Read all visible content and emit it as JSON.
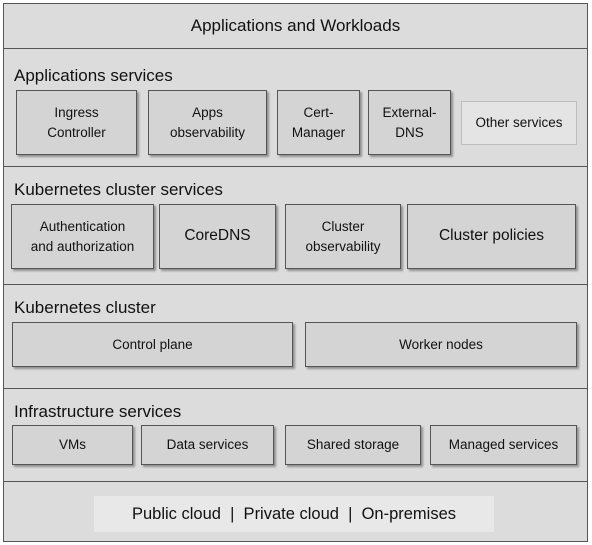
{
  "top": {
    "title": "Applications and Workloads"
  },
  "app_services": {
    "title": "Applications services",
    "items": [
      "Ingress\nController",
      "Apps\nobservability",
      "Cert-\nManager",
      "External-\nDNS",
      "Other services"
    ]
  },
  "k8s_services": {
    "title": "Kubernetes cluster services",
    "items": [
      "Authentication\nand authorization",
      "CoreDNS",
      "Cluster\nobservability",
      "Cluster policies"
    ]
  },
  "k8s_cluster": {
    "title": "Kubernetes cluster",
    "items": [
      "Control plane",
      "Worker nodes"
    ]
  },
  "infra": {
    "title": "Infrastructure services",
    "items": [
      "VMs",
      "Data services",
      "Shared storage",
      "Managed services"
    ]
  },
  "bottom": {
    "text": "Public cloud  |  Private cloud  |  On-premises"
  }
}
